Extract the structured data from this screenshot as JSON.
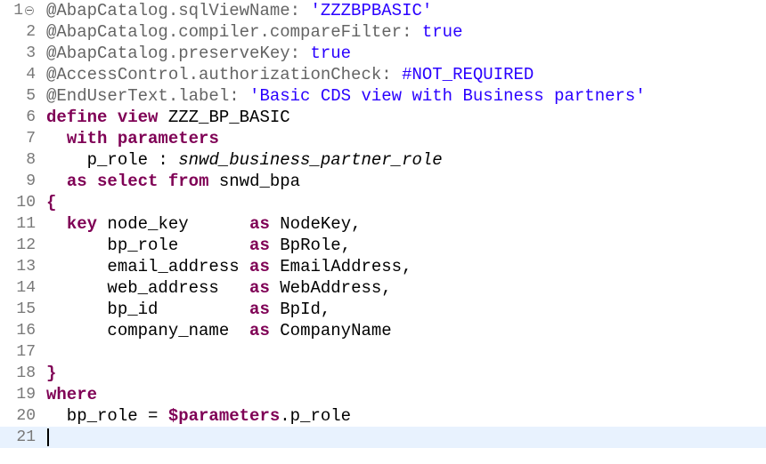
{
  "editor": {
    "colors": {
      "annotation": "#646464",
      "string": "#2a00ff",
      "keyword": "#7f0055",
      "plain": "#000000",
      "current_line": "#e8f2fe",
      "line_number": "#787878"
    },
    "lines": [
      {
        "number": "1",
        "tokens": [
          {
            "t": "@AbapCatalog.sqlViewName: ",
            "k": "ann"
          },
          {
            "t": "'ZZZBPBASIC'",
            "k": "str"
          }
        ]
      },
      {
        "number": "2",
        "tokens": [
          {
            "t": "@AbapCatalog.compiler.compareFilter: ",
            "k": "ann"
          },
          {
            "t": "true",
            "k": "str"
          }
        ]
      },
      {
        "number": "3",
        "tokens": [
          {
            "t": "@AbapCatalog.preserveKey: ",
            "k": "ann"
          },
          {
            "t": "true",
            "k": "str"
          }
        ]
      },
      {
        "number": "4",
        "tokens": [
          {
            "t": "@AccessControl.authorizationCheck: ",
            "k": "ann"
          },
          {
            "t": "#NOT_REQUIRED",
            "k": "str"
          }
        ]
      },
      {
        "number": "5",
        "tokens": [
          {
            "t": "@EndUserText.label: ",
            "k": "ann"
          },
          {
            "t": "'Basic CDS view with Business partners'",
            "k": "str"
          }
        ]
      },
      {
        "number": "6",
        "tokens": [
          {
            "t": "define",
            "k": "kw"
          },
          {
            "t": " ",
            "k": "pl"
          },
          {
            "t": "view",
            "k": "kw"
          },
          {
            "t": " ZZZ_BP_BASIC",
            "k": "pl"
          }
        ]
      },
      {
        "number": "7",
        "tokens": [
          {
            "t": "  ",
            "k": "pl"
          },
          {
            "t": "with",
            "k": "kw"
          },
          {
            "t": " ",
            "k": "pl"
          },
          {
            "t": "parameters",
            "k": "kw"
          }
        ]
      },
      {
        "number": "8",
        "tokens": [
          {
            "t": "    p_role : ",
            "k": "pl"
          },
          {
            "t": "snwd_business_partner_role",
            "k": "it"
          }
        ]
      },
      {
        "number": "9",
        "tokens": [
          {
            "t": "  ",
            "k": "pl"
          },
          {
            "t": "as",
            "k": "kw"
          },
          {
            "t": " ",
            "k": "pl"
          },
          {
            "t": "select",
            "k": "kw"
          },
          {
            "t": " ",
            "k": "pl"
          },
          {
            "t": "from",
            "k": "kw"
          },
          {
            "t": " snwd_bpa",
            "k": "pl"
          }
        ]
      },
      {
        "number": "10",
        "tokens": [
          {
            "t": "{",
            "k": "kw"
          }
        ]
      },
      {
        "number": "11",
        "tokens": [
          {
            "t": "  ",
            "k": "pl"
          },
          {
            "t": "key",
            "k": "kw"
          },
          {
            "t": " node_key      ",
            "k": "pl"
          },
          {
            "t": "as",
            "k": "kw"
          },
          {
            "t": " NodeKey,",
            "k": "pl"
          }
        ]
      },
      {
        "number": "12",
        "tokens": [
          {
            "t": "      bp_role       ",
            "k": "pl"
          },
          {
            "t": "as",
            "k": "kw"
          },
          {
            "t": " BpRole,",
            "k": "pl"
          }
        ]
      },
      {
        "number": "13",
        "tokens": [
          {
            "t": "      email_address ",
            "k": "pl"
          },
          {
            "t": "as",
            "k": "kw"
          },
          {
            "t": " EmailAddress,",
            "k": "pl"
          }
        ]
      },
      {
        "number": "14",
        "tokens": [
          {
            "t": "      web_address   ",
            "k": "pl"
          },
          {
            "t": "as",
            "k": "kw"
          },
          {
            "t": " WebAddress,",
            "k": "pl"
          }
        ]
      },
      {
        "number": "15",
        "tokens": [
          {
            "t": "      bp_id         ",
            "k": "pl"
          },
          {
            "t": "as",
            "k": "kw"
          },
          {
            "t": " BpId,",
            "k": "pl"
          }
        ]
      },
      {
        "number": "16",
        "tokens": [
          {
            "t": "      company_name  ",
            "k": "pl"
          },
          {
            "t": "as",
            "k": "kw"
          },
          {
            "t": " CompanyName",
            "k": "pl"
          }
        ]
      },
      {
        "number": "17",
        "tokens": []
      },
      {
        "number": "18",
        "tokens": [
          {
            "t": "}",
            "k": "kw"
          }
        ]
      },
      {
        "number": "19",
        "tokens": [
          {
            "t": "where",
            "k": "kw"
          }
        ]
      },
      {
        "number": "20",
        "tokens": [
          {
            "t": "  bp_role = ",
            "k": "pl"
          },
          {
            "t": "$parameters",
            "k": "kw"
          },
          {
            "t": ".p_role",
            "k": "pl"
          }
        ]
      },
      {
        "number": "21",
        "tokens": [],
        "current": true
      }
    ]
  }
}
